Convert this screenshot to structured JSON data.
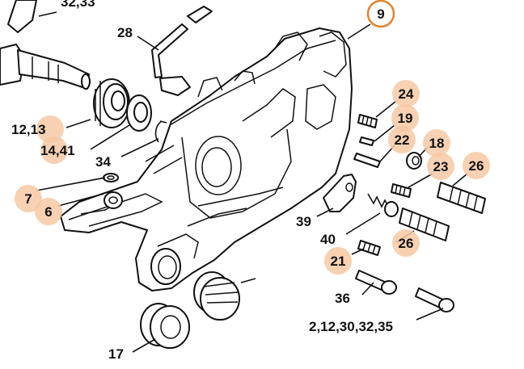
{
  "diagram": {
    "labels": [
      {
        "id": "l-32-33",
        "text": "32,33",
        "highlight": false
      },
      {
        "id": "l-9",
        "text": "9",
        "highlight": true,
        "ring": true
      },
      {
        "id": "l-28",
        "text": "28",
        "highlight": false
      },
      {
        "id": "l-24",
        "text": "24",
        "highlight": true
      },
      {
        "id": "l-19",
        "text": "19",
        "highlight": true
      },
      {
        "id": "l-12-13",
        "text": "12,13",
        "highlight": true
      },
      {
        "id": "l-14-41",
        "text": "14,41",
        "highlight": true
      },
      {
        "id": "l-22",
        "text": "22",
        "highlight": true
      },
      {
        "id": "l-18",
        "text": "18",
        "highlight": true
      },
      {
        "id": "l-34",
        "text": "34",
        "highlight": false
      },
      {
        "id": "l-23",
        "text": "23",
        "highlight": true
      },
      {
        "id": "l-26a",
        "text": "26",
        "highlight": true
      },
      {
        "id": "l-7",
        "text": "7",
        "highlight": true
      },
      {
        "id": "l-6",
        "text": "6",
        "highlight": true
      },
      {
        "id": "l-39",
        "text": "39",
        "highlight": false
      },
      {
        "id": "l-40",
        "text": "40",
        "highlight": false
      },
      {
        "id": "l-26b",
        "text": "26",
        "highlight": true
      },
      {
        "id": "l-21",
        "text": "21",
        "highlight": true
      },
      {
        "id": "l-36",
        "text": "36",
        "highlight": false
      },
      {
        "id": "l-2-12",
        "text": "2,12,30,32,35",
        "highlight": false
      },
      {
        "id": "l-17",
        "text": "17",
        "highlight": false
      }
    ],
    "colors": {
      "highlight": "#f6c9a4",
      "ring": "#e0852e",
      "line": "#111111"
    }
  }
}
